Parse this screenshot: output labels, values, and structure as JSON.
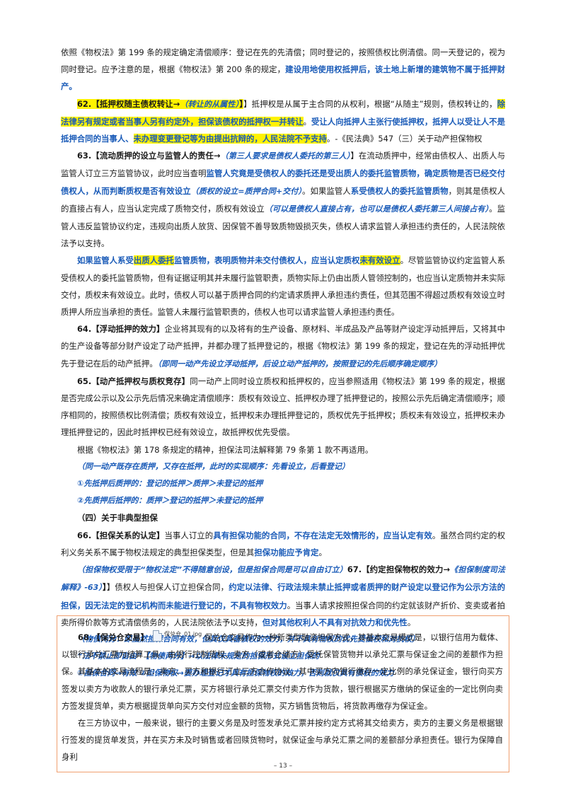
{
  "p1": {
    "t1": "依照《物权法》第 199 条的规定确定清偿顺序：登记在先的先清偿；同时登记的，按照债权比例清偿。同一天登记的，视为同时登记。应予注意的是，根据《物权法》第 200 条的规定，",
    "t2": "建设用地使用权抵押后，该土地上新增的建筑物不属于抵押财产。"
  },
  "p2": {
    "t1": "62.【抵押权随主债权转让→",
    "note": "（转让的从属性）",
    "t2": "】抵押权是从属于主合同的从权利，根据“从随主”规则，债权转让的，",
    "t3": "除法律另有规定或者当事人另有约定外，担保该债权的抵押权一并转让",
    "t4": "。",
    "t5": "受让人向抵押人主张行使抵押权，抵押人以受让人不是抵押合同的当事人、",
    "t6": "未办理变更登记等为由提出抗辩的，人民法院不予支持",
    "t7": "。",
    "t8": "-《民法典》547（三）关于动产担保物权"
  },
  "p3": {
    "t1": "63.【流动质押的设立与监管人的责任→",
    "note": "（第三人要求是债权人委托的第三人）",
    "t2": "】在流动质押中，经常由债权人、出质人与监管人订立三方监管协议，此时应当查明",
    "t3": "监管人究竟是受债权人的委托还是受出质人的委托监管质物，确定质物是否已经交付债权人，从而判断质权是否有效设立",
    "note2": "（质权的设立=质押合同+交付）",
    "t4": "。如果监管人",
    "t5": "系受债权人的委托监管质物",
    "t6": "，则其是债权人的直接占有人，应当认定完成了质物交付，质权有效设立",
    "note3": "（可以是债权人直接占有，也可以是债权人委托第三人间接占有）",
    "t7": "。监管人违反监管协议约定，违规向出质人放货、因保管不善导致质物毁损灭失，债权人请求监管人承担违约责任的，人民法院依法予以支持。"
  },
  "p4": {
    "t1": "如果监管人系受",
    "t2": "出质人委托",
    "t3": "监管质物，表明质物并未交付债权人，应当认定质权",
    "t4": "未有效设立",
    "t5": "。",
    "t6": "尽管监管协议约定监管人系受债权人的委托监管质物，但有证据证明其并未履行监管职责，质物实际上仍由出质人管领控制的，也应当认定质物并未实际交付，质权未有效设立。此时，债权人可以基于质押合同的约定请求质押人承担违约责任，但其范围不得超过质权有效设立时质押人所应当承担的责任。监管人未履行监管职责的，债权人也可以请求监管人承担违约责任。"
  },
  "p5": {
    "t1": "64.【浮动抵押的效力】",
    "t2": "企业将其现有的以及将有的生产设备、原材料、半成品及产品等财产设定浮动抵押后，又将其中的生产设备等部分财产设定了动产抵押，并都办理了抵押登记的，根据《物权法》第 199 条的规定，登记在先的浮动抵押优先于登记在后的动产抵押。",
    "note": "（即同一动产先设立浮动抵押，后设立动产抵押的，按照登记的先后顺序确定顺序）"
  },
  "p6": {
    "t1": "65.【动产抵押权与质权竞存】",
    "t2": "同一动产上同时设立质权和抵押权的，应当参照适用《物权法》第 199 条的规定，根据是否完成公示以及公示先后情况来确定清偿顺序：质权有效设立、抵押权办理了抵押登记的，按照公示先后确定清偿顺序；顺序相同的，按照债权比例清偿；质权有效设立，抵押权未办理抵押登记的，质权优先于抵押权；质权未有效设立，抵押权未办理抵押登记的，因此时抵押权已经有效设立，故抵押权优先受偿。"
  },
  "p7": {
    "t1": "根据《物权法》第 178 条规定的精神，担保法司法解释第 79 条第 1 款不再适用。"
  },
  "notes": {
    "n1": "（同一动产既存在质押，又存在抵押，此时的实现顺序：先看设立，后看登记）",
    "n2": "①先抵押后质押的：登记的抵押＞质押＞未登记的抵押",
    "n3": "②先质押后抵押的：质押＞登记的抵押＞未登记的抵押"
  },
  "h4": "（四）关于非典型担保",
  "p8": {
    "t1": "66.【担保关系的认定】",
    "t2": "当事人订立的",
    "t3": "具有担保功能的合同，不存在法定无效情形的，应当认定有效",
    "t4": "。虽然合同约定的权利义务关系不属于物权法规定的典型担保类型，但是其",
    "t5": "担保功能应予肯定",
    "t6": "。"
  },
  "p9": {
    "note": "（担保物权受限于“物权法定”不得随意创设，但是担保合同是可以自由订立）",
    "t1": "67.【约定担保物权的效力→",
    "note2": "《担保制度司法解释》-63）",
    "t2": "】债权人与担保人订立担保合同，",
    "t3": "约定以法律、行政法规未禁止抵押或者质押的财产设定以登记作为公示方法的担保，因无法定的登记机构而未能进行登记的，不具有物权效力",
    "t4": "。当事人请求按照担保合同的约定就该财产折价、变卖或者拍卖所得价款等方式清偿债务的，人民法院依法予以支持，",
    "t5": "但对其他权利人不具有对抗效力和优先性",
    "t6": "。"
  },
  "notes2": {
    "n1": "（物债两分：即虽然担保合同有效，但其仅具备债权的效力，并不具有物权的优先受偿权和对抗权）",
    "n2": "“法不禁止即自由”【物债两分】→以法律未规定的担保形式设立担保的",
    "n3": "①担保合同→有效 ②担保物权→要办理登记才具有担保物权的效力，否则就仅具有债权的效力"
  },
  "box": {
    "title": "68.【保兑仓交易】",
    "file": "保兑仓_01.jpg",
    "t1": "保兑仓交易作为一种新类型融资担保方式，其基本交易模式是，以银行信用为载体、以银行承兑汇票为结算工具、由银行控制货权、卖方（或者仓储方）受托保管货物并以承兑汇票与保证金之间的差额作为担保。其基本的交易流程是：卖方、买方和银行订立三方合作协议，其中买方向银行缴存一定比例的承兑保证金，银行向买方签发以卖方为收款人的银行承兑汇票，买方将银行承兑汇票交付卖方作为货款，银行根据买方缴纳的保证金的一定比例向卖方签发提货单，卖方根据提货单向买方交付对应金额的货物，买方销售货物后，将货款再缴存为保证金。",
    "t2": "在三方协议中，一般来说，银行的主要义务是及时签发承兑汇票并按约定方式将其交给卖方，卖方的主要义务是根据银行签发的提货单发货，并在买方未及时销售或者回赎货物时，就保证金与承兑汇票之间的差额部分承担责任。银行为保障自身利"
  },
  "footer": "– 13 –"
}
